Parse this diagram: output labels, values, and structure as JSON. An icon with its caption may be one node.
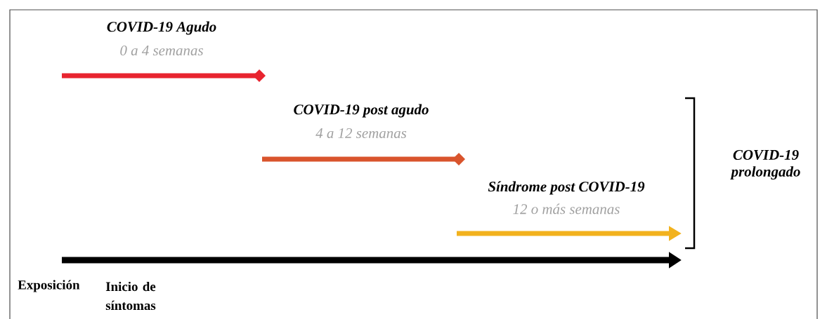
{
  "diagram": {
    "labels": [
      "COVID-19 Agudo",
      "0 a 4 semanas",
      "COVID-19 post agudo",
      "4 a 12 semanas",
      "COVID-19 prolongado",
      "Síndrome post COVID-19",
      "12 o más semanas",
      "Exposición",
      "Inicio de síntomas"
    ]
  }
}
